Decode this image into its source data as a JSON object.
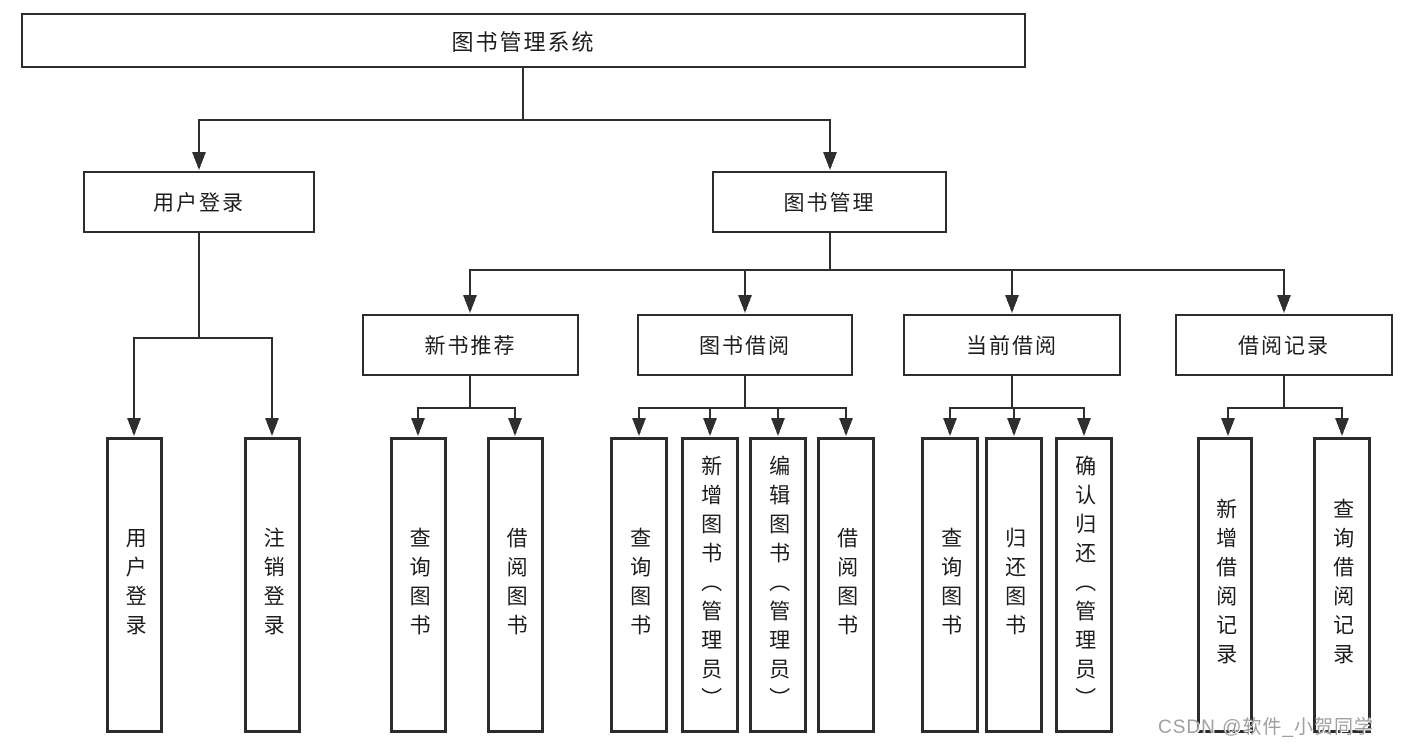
{
  "diagram": {
    "type": "hierarchy-tree",
    "tree": {
      "label": "图书管理系统",
      "children": [
        {
          "label": "用户登录",
          "children": [
            {
              "label": "用户登录"
            },
            {
              "label": "注销登录"
            }
          ]
        },
        {
          "label": "图书管理",
          "children": [
            {
              "label": "新书推荐",
              "children": [
                {
                  "label": "查询图书"
                },
                {
                  "label": "借阅图书"
                }
              ]
            },
            {
              "label": "图书借阅",
              "children": [
                {
                  "label": "查询图书"
                },
                {
                  "label": "新增图书（管理员）"
                },
                {
                  "label": "编辑图书（管理员）"
                },
                {
                  "label": "借阅图书"
                }
              ]
            },
            {
              "label": "当前借阅",
              "children": [
                {
                  "label": "查询图书"
                },
                {
                  "label": "归还图书"
                },
                {
                  "label": "确认归还（管理员）"
                }
              ]
            },
            {
              "label": "借阅记录",
              "children": [
                {
                  "label": "新增借阅记录"
                },
                {
                  "label": "查询借阅记录"
                }
              ]
            }
          ]
        }
      ]
    }
  },
  "watermark": {
    "text": "CSDN @软件_小贺同学"
  },
  "colors": {
    "line": "#2e2e2e",
    "border": "#2c2c2c",
    "text": "#1d1d1d",
    "watermark": "#a0a0a0",
    "background": "#ffffff"
  }
}
